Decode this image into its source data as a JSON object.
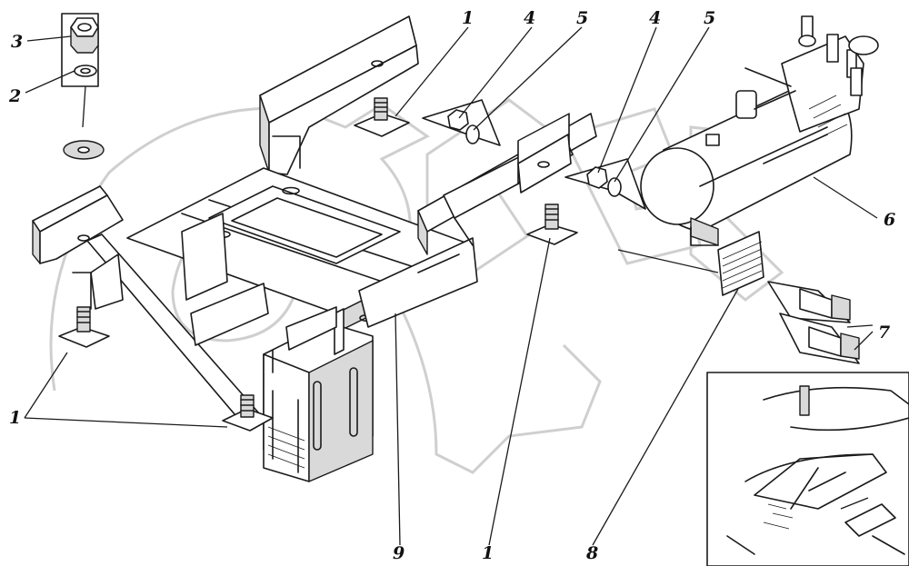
{
  "callouts": [
    {
      "id": "c1a",
      "label": "1"
    },
    {
      "id": "c4a",
      "label": "4"
    },
    {
      "id": "c5a",
      "label": "5"
    },
    {
      "id": "c4b",
      "label": "4"
    },
    {
      "id": "c5b",
      "label": "5"
    },
    {
      "id": "c3",
      "label": "3"
    },
    {
      "id": "c2",
      "label": "2"
    },
    {
      "id": "c6",
      "label": "6"
    },
    {
      "id": "c7",
      "label": "7"
    },
    {
      "id": "c1b",
      "label": "1"
    },
    {
      "id": "c9",
      "label": "9"
    },
    {
      "id": "c1c",
      "label": "1"
    },
    {
      "id": "c8",
      "label": "8"
    }
  ]
}
